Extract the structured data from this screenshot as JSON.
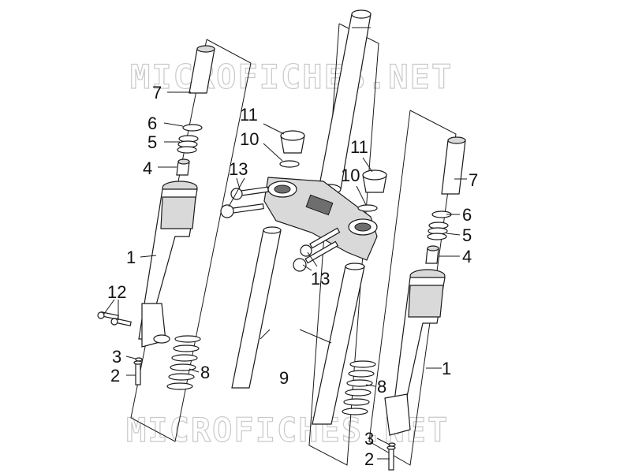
{
  "watermark": {
    "text": "MICROFICHES.NET"
  },
  "callouts": {
    "c1_left": "1",
    "c1_right": "1",
    "c2_left": "2",
    "c2_right": "2",
    "c3_left": "3",
    "c3_right": "3",
    "c4_left": "4",
    "c4_right": "4",
    "c5_left": "5",
    "c5_right": "5",
    "c6_left": "6",
    "c6_right": "6",
    "c7_left": "7",
    "c7_right": "7",
    "c8_left": "8",
    "c8_right": "8",
    "c9": "9",
    "c10_left": "10",
    "c10_right": "10",
    "c11_left": "11",
    "c11_right": "11",
    "c12": "12",
    "c13_top": "13",
    "c13_bottom": "13"
  }
}
